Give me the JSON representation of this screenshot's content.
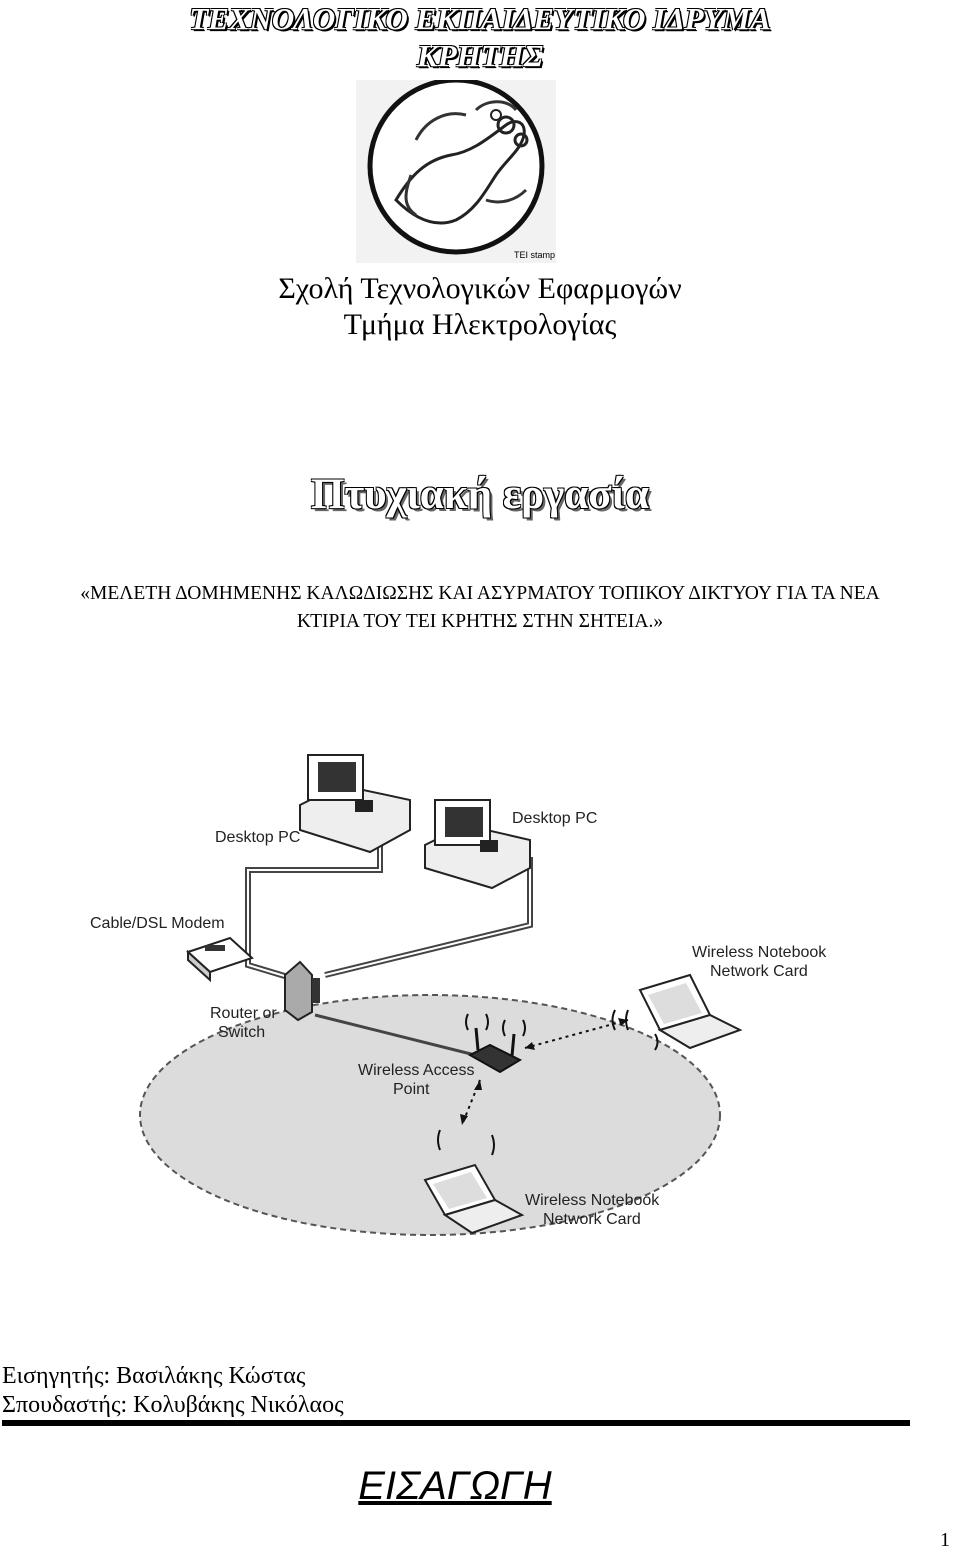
{
  "header": {
    "institution_line1": "ΤΕΧΝΟΛΟΓΙΚΟ ΕΚΠΑΙΔΕΥΤΙΚΟ ΙΔΡΥΜΑ",
    "institution_line2": "ΚΡΗΤΗΣ",
    "stamp_caption": "TEI stamp",
    "school": "Σχολή Τεχνολογικών Εφαρμογών",
    "department": "Τμήμα Ηλεκτρολογίας"
  },
  "thesis": {
    "heading": "Πτυχιακή εργασία",
    "subject_line1": "«ΜΕΛΕΤΗ ΔΟΜΗΜΕΝΗΣ ΚΑΛΩΔΙΩΣΗΣ ΚΑΙ ΑΣΥΡΜΑΤΟΥ ΤΟΠΙΚΟΥ ΔΙΚΤΥΟΥ ΓΙΑ ΤΑ ΝΕΑ",
    "subject_line2": "ΚΤΙΡΙΑ ΤΟΥ ΤΕΙ ΚΡΗΤΗΣ ΣΤΗΝ ΣΗΤΕΙΑ.»"
  },
  "diagram": {
    "labels": {
      "desktop_pc_1": "Desktop PC",
      "desktop_pc_2": "Desktop PC",
      "modem": "Cable/DSL Modem",
      "router_line1": "Router or",
      "router_line2": "Switch",
      "ap_line1": "Wireless Access",
      "ap_line2": "Point",
      "notebook1_line1": "Wireless Notebook",
      "notebook1_line2": "Network Card",
      "notebook2_line1": "Wireless Notebook",
      "notebook2_line2": "Network Card"
    }
  },
  "people": {
    "supervisor": "Εισηγητής: Βασιλάκης Κώστας",
    "student": "Σπουδαστής: Κολυβάκης Νικόλαος"
  },
  "section_title": "ΕΙΣΑΓΩΓΗ",
  "page_number": "1"
}
